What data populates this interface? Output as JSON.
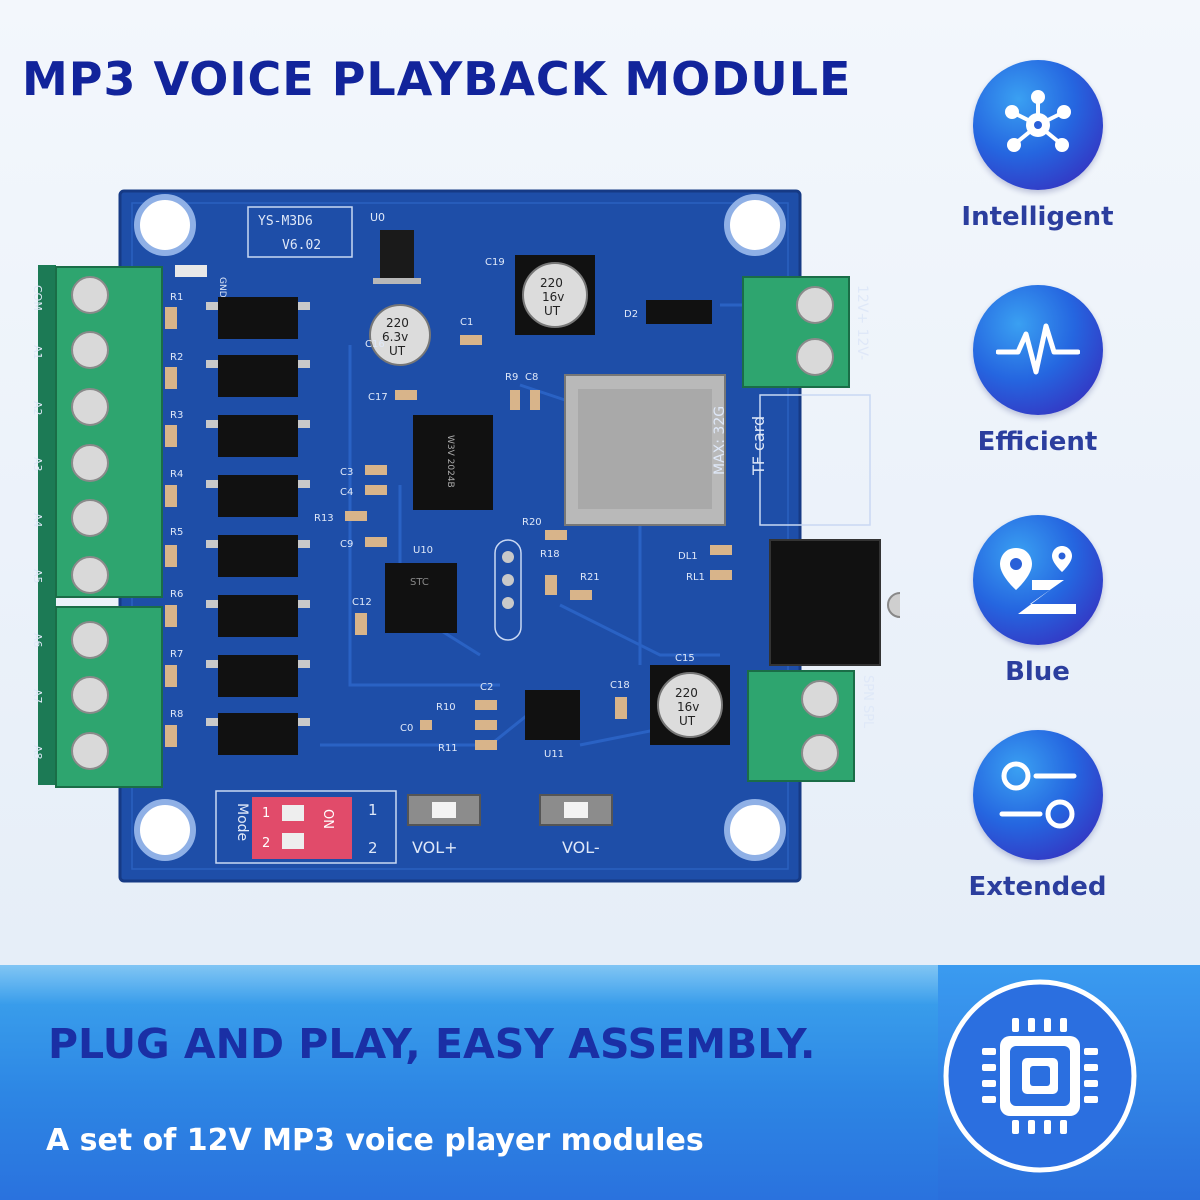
{
  "title": "MP3 VOICE PLAYBACK MODULE",
  "features": [
    {
      "label": "Intelligent",
      "icon": "network-nodes-icon"
    },
    {
      "label": "Efficient",
      "icon": "pulse-wave-icon"
    },
    {
      "label": "Blue",
      "icon": "location-route-icon"
    },
    {
      "label": "Extended",
      "icon": "toggle-switches-icon"
    }
  ],
  "banner": {
    "headline": "PLUG AND PLAY, EASY ASSEMBLY.",
    "subline": "A set of 12V MP3 voice player modules",
    "icon": "processor-chip-icon"
  },
  "board": {
    "model": "YS-M3D6",
    "version": "V6.02",
    "reg_label": "U0",
    "gnd_label": "GND",
    "left_terminal_labels": [
      "COM",
      "A1",
      "A2",
      "A3",
      "A4",
      "A5",
      "A6",
      "A7",
      "A8"
    ],
    "resistor_labels": [
      "R1",
      "R2",
      "R3",
      "R4",
      "R5",
      "R6",
      "R7",
      "R8"
    ],
    "cap_left": {
      "label": "C16",
      "line1": "220",
      "line2": "6.3v",
      "line3": "UT"
    },
    "cap_top": {
      "label": "C19",
      "line1": "220",
      "line2": "16v",
      "line3": "UT"
    },
    "cap_bottom": {
      "label": "C15",
      "line1": "220",
      "line2": "16v",
      "line3": "UT"
    },
    "power_label": "12V+ 12V-",
    "tf_card_label": "TF card",
    "tf_max_label": "MAX: 32G",
    "speaker_label": "SPN SPL",
    "dip_label": "Mode",
    "dip_on": "ON",
    "dip_numbers": [
      "1",
      "2"
    ],
    "dip_side_numbers": [
      "1",
      "2"
    ],
    "vol_plus": "VOL+",
    "vol_minus": "VOL-",
    "small_labels": {
      "c1": "C1",
      "c17": "C17",
      "d2": "D2",
      "r9": "R9",
      "c8": "C8",
      "c3": "C3",
      "c4": "C4",
      "r13": "R13",
      "c9": "C9",
      "r20": "R20",
      "r18": "R18",
      "r21": "R21",
      "dl1": "DL1",
      "rl1": "RL1",
      "u10": "U10",
      "c12": "C12",
      "c2": "C2",
      "r10": "R10",
      "c0": "C0",
      "r11": "R11",
      "u11": "U11",
      "c18": "C18",
      "chip_main": "W3V 2024B",
      "chip_mcu": "STC"
    }
  }
}
